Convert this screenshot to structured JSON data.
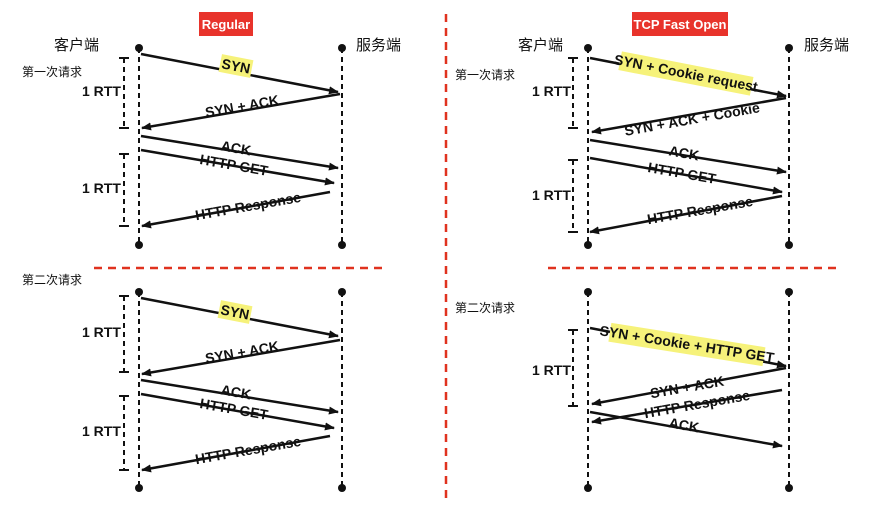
{
  "panels": {
    "regular": {
      "badge": "Regular",
      "client": "客户端",
      "server": "服务端",
      "request1": "第一次请求",
      "request2": "第二次请求",
      "rtt": "1 RTT",
      "msgs_req1": {
        "syn": "SYN",
        "syn_ack": "SYN + ACK",
        "ack": "ACK",
        "http_get": "HTTP GET",
        "http_resp": "HTTP Response"
      },
      "msgs_req2": {
        "syn": "SYN",
        "syn_ack": "SYN + ACK",
        "ack": "ACK",
        "http_get": "HTTP GET",
        "http_resp": "HTTP Response"
      }
    },
    "tfo": {
      "badge": "TCP Fast Open",
      "client": "客户端",
      "server": "服务端",
      "request1": "第一次请求",
      "request2": "第二次请求",
      "rtt": "1 RTT",
      "msgs_req1": {
        "syn_cookie": "SYN + Cookie request",
        "syn_ack_cookie": "SYN + ACK + Cookie",
        "ack": "ACK",
        "http_get": "HTTP GET",
        "http_resp": "HTTP Response"
      },
      "msgs_req2": {
        "syn_cookie_get": "SYN + Cookie + HTTP GET",
        "syn_ack": "SYN + ACK",
        "http_resp": "HTTP Response",
        "ack": "ACK"
      }
    }
  },
  "colors": {
    "badge": "#e8332b",
    "divider": "#e0321f",
    "highlight": "#f6f27a",
    "ink": "#111111"
  }
}
